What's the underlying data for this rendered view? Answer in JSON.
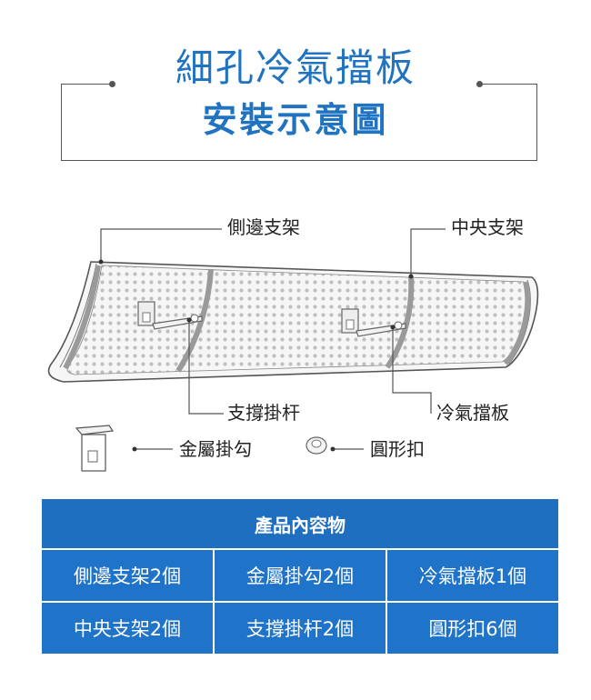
{
  "title": {
    "line1": "細孔冷氣擋板",
    "line2": "安裝示意圖"
  },
  "diagram": {
    "labels": {
      "side_bracket": "側邊支架",
      "center_bracket": "中央支架",
      "support_rod": "支撐掛杆",
      "deflector": "冷氣擋板",
      "metal_hook": "金屬掛勾",
      "round_clip": "圓形扣"
    }
  },
  "contents_table": {
    "header": "產品內容物",
    "rows": [
      [
        "側邊支架2個",
        "金屬掛勾2個",
        "冷氣擋板1個"
      ],
      [
        "中央支架2個",
        "支撐掛杆2個",
        "圓形扣6個"
      ]
    ]
  },
  "colors": {
    "accent_blue": "#1f73c1",
    "line_gray": "#555555"
  }
}
